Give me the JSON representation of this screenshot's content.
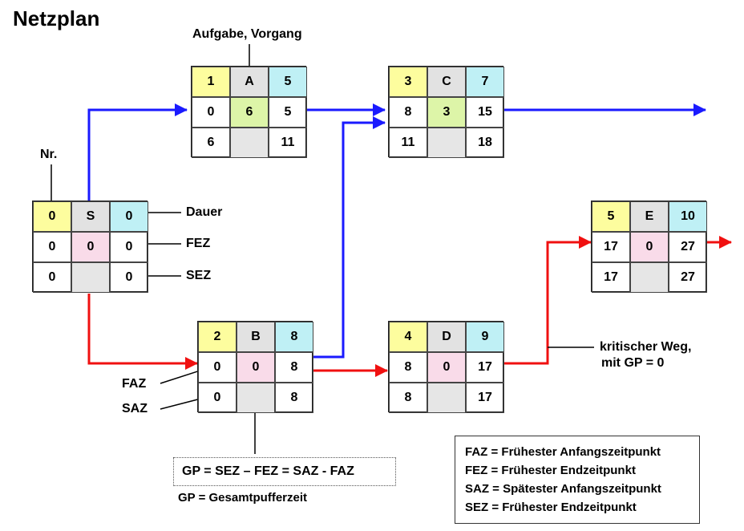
{
  "title": "Netzplan",
  "labels": {
    "aufgabe": "Aufgabe, Vorgang",
    "nr": "Nr.",
    "dauer": "Dauer",
    "fez": "FEZ",
    "sez": "SEZ",
    "faz": "FAZ",
    "saz": "SAZ",
    "kritisch_line1": "kritischer Weg,",
    "kritisch_line2": "mit GP = 0"
  },
  "formula": "GP = SEZ – FEZ = SAZ - FAZ",
  "gp_definition": "GP = Gesamtpufferzeit",
  "legend": [
    "FAZ = Frühester Anfangszeitpunkt",
    "FEZ = Frühester Endzeitpunkt",
    "SAZ = Spätester Anfangszeitpunkt",
    "SEZ = Frühester Endzeitpunkt"
  ],
  "nodes": {
    "S": {
      "nr": "0",
      "name": "S",
      "dauer": "0",
      "faz": "0",
      "gp": "0",
      "fez": "0",
      "saz": "0",
      "sez": "0"
    },
    "A": {
      "nr": "1",
      "name": "A",
      "dauer": "5",
      "faz": "0",
      "gp": "6",
      "fez": "5",
      "saz": "6",
      "sez": "11"
    },
    "B": {
      "nr": "2",
      "name": "B",
      "dauer": "8",
      "faz": "0",
      "gp": "0",
      "fez": "8",
      "saz": "0",
      "sez": "8"
    },
    "C": {
      "nr": "3",
      "name": "C",
      "dauer": "7",
      "faz": "8",
      "gp": "3",
      "fez": "15",
      "saz": "11",
      "sez": "18"
    },
    "D": {
      "nr": "4",
      "name": "D",
      "dauer": "9",
      "faz": "8",
      "gp": "0",
      "fez": "17",
      "saz": "8",
      "sez": "17"
    },
    "E": {
      "nr": "5",
      "name": "E",
      "dauer": "10",
      "faz": "17",
      "gp": "0",
      "fez": "27",
      "saz": "17",
      "sez": "27"
    }
  },
  "colors": {
    "critical_path": "#f01010",
    "non_critical_path": "#1a1aff",
    "number_cell": "#fdfd9e",
    "name_cell": "#e2e2e2",
    "duration_cell": "#bff0f5",
    "buffer_zero_cell": "#f9dbe9",
    "buffer_nonzero_cell": "#ddf5a8"
  }
}
